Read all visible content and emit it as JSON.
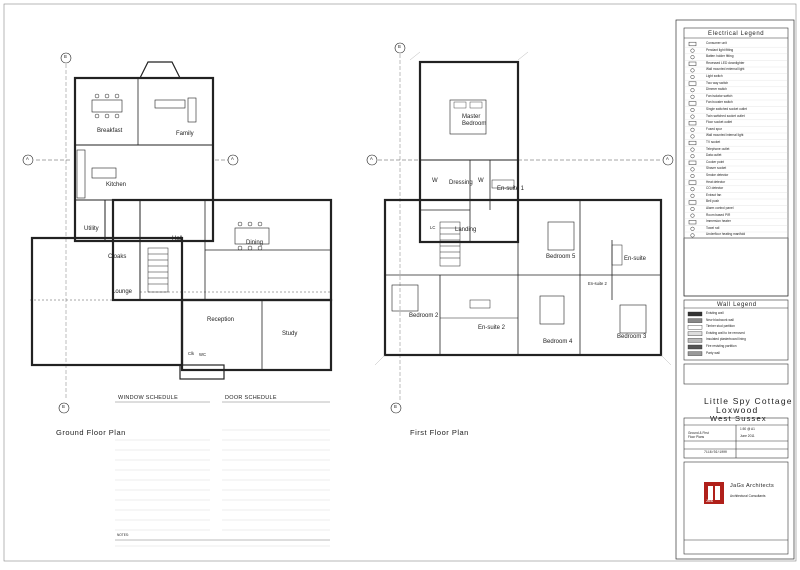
{
  "plans": {
    "ground_title": "Ground Floor Plan",
    "first_title": "First Floor Plan",
    "section_A": "A",
    "section_B": "B"
  },
  "ground_rooms": {
    "breakfast": "Breakfast",
    "family": "Family",
    "kitchen": "Kitchen",
    "utility": "Utility",
    "cloaks": "Cloaks",
    "hall": "Hall",
    "dining": "Dining",
    "lounge": "Lounge",
    "reception": "Reception",
    "study": "Study",
    "clk": "Clk",
    "wc": "WC"
  },
  "first_rooms": {
    "master_bedroom": "Master Bedroom",
    "dressing": "Dressing",
    "w1": "W",
    "w2": "W",
    "ensuite1": "En-suite 1",
    "landing": "Landing",
    "lc": "LC",
    "bedroom2": "Bedroom 2",
    "bedroom3": "Bedroom 3",
    "bedroom4": "Bedroom 4",
    "bedroom5": "Bedroom 5",
    "ensuite2": "En-suite 2",
    "ensuite3": "En-suite",
    "ensuite4": "En-suite 2"
  },
  "schedules": {
    "window_title": "WINDOW SCHEDULE",
    "door_title": "DOOR SCHEDULE",
    "notes_label": "NOTES:"
  },
  "electrical_legend": {
    "title": "Electrical Legend",
    "items": [
      "Consumer unit",
      "Pendant light fitting",
      "Batten holder fitting",
      "Recessed LED downlighter",
      "Wall mounted external light",
      "Light switch",
      "Two way switch",
      "Dimmer switch",
      "Fan isolator switch",
      "Fan booster switch",
      "Single switched socket outlet",
      "Twin switched socket outlet",
      "Floor socket outlet",
      "Fused spur",
      "Wall mounted internal light",
      "TV socket",
      "Telephone outlet",
      "Data outlet",
      "Cooker point",
      "Shaver socket",
      "Smoke detector",
      "Heat detector",
      "CO detector",
      "Extract fan",
      "Bell push",
      "Alarm control panel",
      "Room based PIR",
      "Immersion heater",
      "Towel rail",
      "Underfloor heating manifold"
    ]
  },
  "wall_legend": {
    "title": "Wall Legend",
    "items": [
      "Existing wall",
      "New blockwork wall",
      "Timber stud partition",
      "Existing wall to be removed",
      "Insulated plasterboard lining",
      "Fire resisting partition",
      "Party wall"
    ]
  },
  "title_block": {
    "project_line1": "Little Spy Cottage",
    "project_line2": "Loxwood",
    "project_line3": "West Sussex",
    "drawing_title1": "Ground & First",
    "drawing_title2": "Floor Plans",
    "drawing_no": "7116/02/1000",
    "scale": "1:50 @ A1",
    "date": "June 2011",
    "firm_name": "JaGs Architects",
    "firm_sub": "Architectural Consultants",
    "logo_letters": "JGS"
  }
}
